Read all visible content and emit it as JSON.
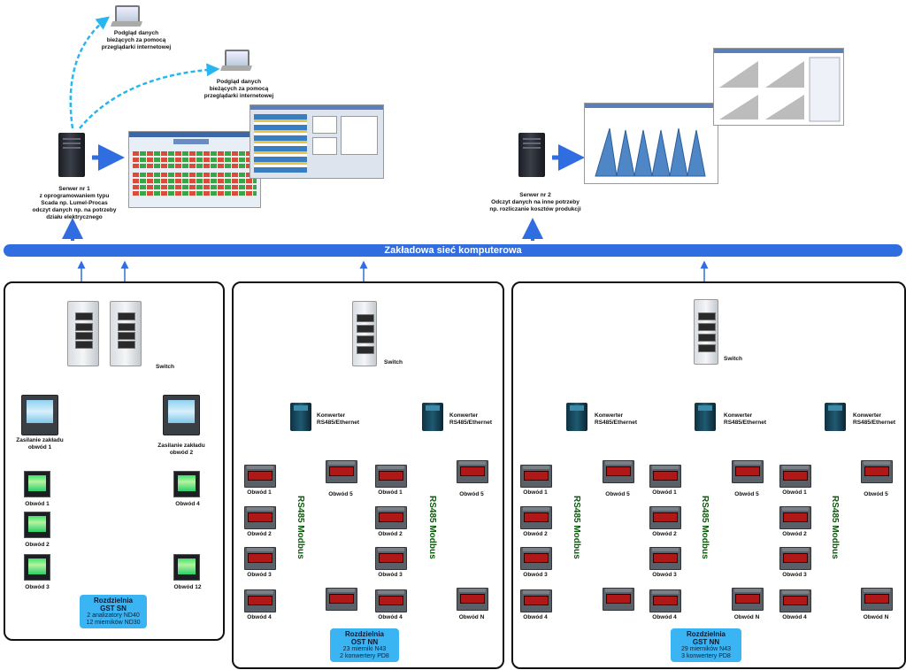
{
  "network": {
    "label": "Zakładowa sieć komputerowa"
  },
  "top": {
    "viewer1": "Podgląd danych\nbieżących za pomocą\nprzeglądarki internetowej",
    "viewer2": "Podgląd danych\nbieżących za pomocą\nprzeglądarki internetowej",
    "server1": "Serwer nr 1\nz oprogramowaniem typu\nScada np. Lumel-Procas\nodczyt danych np. na potrzeby\ndziału elektrycznego",
    "server2": "Serwer nr 2\nOdczyt danych na inne potrzeby\nnp. rozliczanie kosztów produkcji"
  },
  "panel1": {
    "switch": "Switch",
    "analyzer1": "Zasilanie zakładu\nobwód 1",
    "analyzer2": "Zasilanie zakładu\nobwód 2",
    "c1": "Obwód 1",
    "c2": "Obwód 2",
    "c3": "Obwód 3",
    "c4": "Obwód 4",
    "c12": "Obwód 12",
    "box_title1": "Rozdzielnia",
    "box_title2": "GST SN",
    "box_l1": "2 analizatory ND40",
    "box_l2": "12 mierników ND30"
  },
  "panel2": {
    "switch": "Switch",
    "conv": "Konwerter\nRS485/Ethernet",
    "bus": "RS485 Modbus",
    "c1": "Obwód 1",
    "c2": "Obwód 2",
    "c3": "Obwód 3",
    "c4": "Obwód 4",
    "c5": "Obwód 5",
    "cN": "Obwód N",
    "box_title1": "Rozdzielnia",
    "box_title2": "OST NN",
    "box_l1": "23 mierniki N43",
    "box_l2": "2 konwertery PD8"
  },
  "panel3": {
    "switch": "Switch",
    "conv": "Konwerter\nRS485/Ethernet",
    "bus": "RS485 Modbus",
    "c1": "Obwód 1",
    "c2": "Obwód 2",
    "c3": "Obwód 3",
    "c4": "Obwód 4",
    "c5": "Obwód 5",
    "cN": "Obwód N",
    "box_title1": "Rozdzielnia",
    "box_title2": "GST NN",
    "box_l1": "29 mierników N43",
    "box_l2": "3 konwertery PD8"
  },
  "colors": {
    "blue": "#2f6de0",
    "green": "#33e033",
    "box": "#3ab4f2",
    "dash": "#29b6f0"
  }
}
